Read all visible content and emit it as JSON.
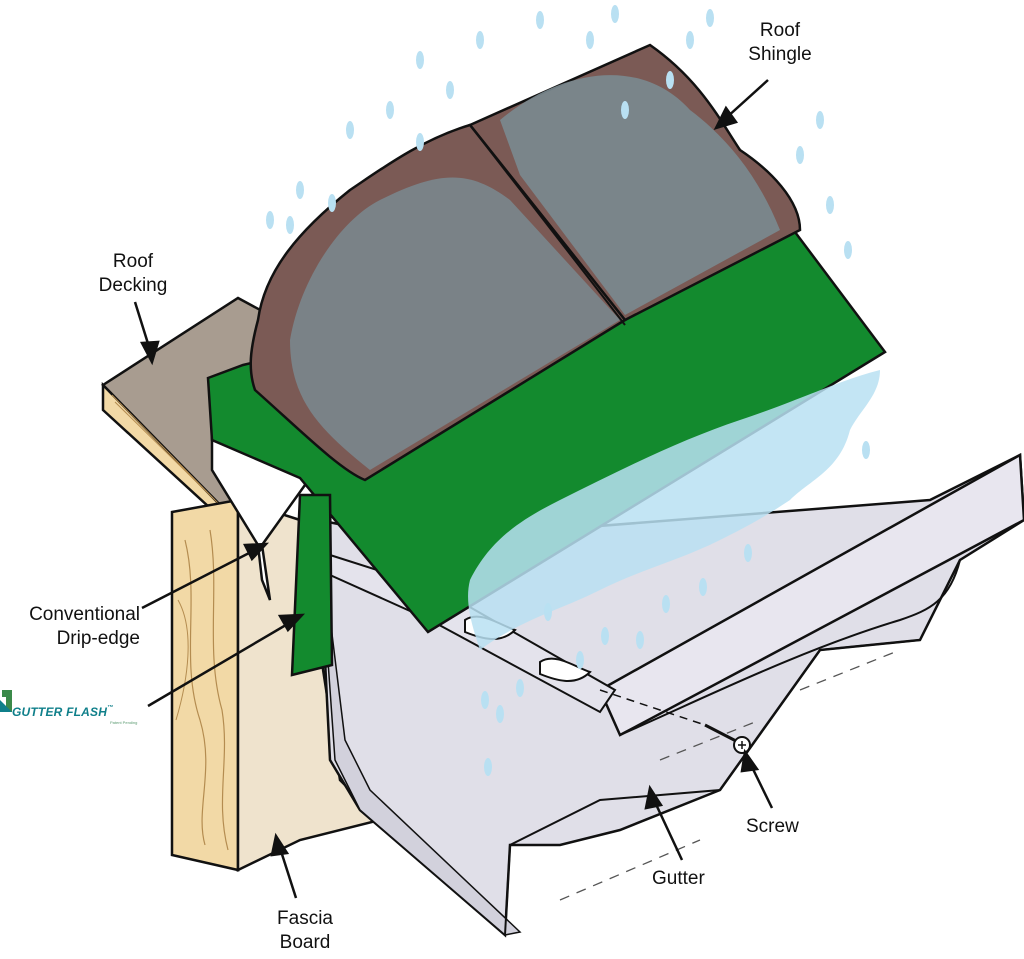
{
  "labels": {
    "roof_shingle": [
      "Roof",
      "Shingle"
    ],
    "roof_decking": [
      "Roof",
      "Decking"
    ],
    "conventional_drip_edge": [
      "Conventional",
      "Drip-edge"
    ],
    "fascia_board": [
      "Fascia",
      "Board"
    ],
    "gutter": "Gutter",
    "screw": "Screw"
  },
  "logo": {
    "brand": "GUTTER FLASH",
    "trademark": "™",
    "tagline": "Patent Pending"
  },
  "colors": {
    "fascia_wood": "#efe3cd",
    "fascia_front": "#f2d9a6",
    "decking_top": "#a89c90",
    "shingle_dark": "#7b5a55",
    "shingle_light": "#7a8a90",
    "gutter_flash": "#138a2e",
    "gutter_metal": "#e0dfe8",
    "rain": "#b9e0f2",
    "logo_teal": "#0f7f8a"
  }
}
